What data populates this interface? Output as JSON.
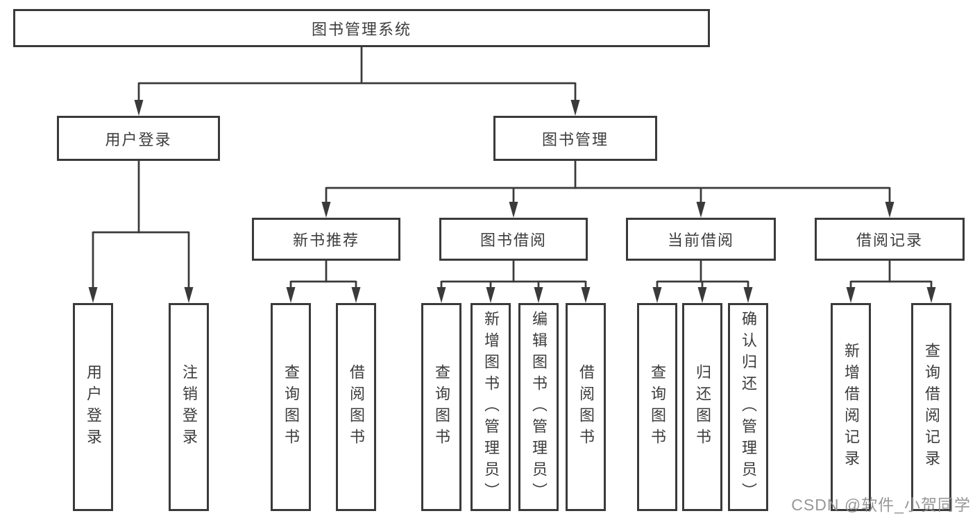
{
  "diagram": {
    "root": {
      "label": "图书管理系统"
    },
    "branches": {
      "user_login": {
        "label": "用户登录"
      },
      "book_management": {
        "label": "图书管理"
      }
    },
    "modules": {
      "new_book_recommendation": {
        "label": "新书推荐"
      },
      "book_borrowing": {
        "label": "图书借阅"
      },
      "current_borrowing": {
        "label": "当前借阅"
      },
      "borrowing_records": {
        "label": "借阅记录"
      }
    },
    "functions": {
      "user_login": {
        "label": "用户登录"
      },
      "logout": {
        "label": "注销登录"
      },
      "search_book_recommend": {
        "label": "查询图书"
      },
      "borrow_book_recommend": {
        "label": "借阅图书"
      },
      "search_book_borrow": {
        "label": "查询图书"
      },
      "add_book_admin": {
        "label": "新增图书（管理员）"
      },
      "edit_book_admin": {
        "label": "编辑图书（管理员）"
      },
      "borrow_book_borrow": {
        "label": "借阅图书"
      },
      "search_book_current": {
        "label": "查询图书"
      },
      "return_book": {
        "label": "归还图书"
      },
      "confirm_return_admin": {
        "label": "确认归还（管理员）"
      },
      "add_borrow_record": {
        "label": "新增借阅记录"
      },
      "search_borrow_record": {
        "label": "查询借阅记录"
      }
    }
  },
  "watermark": {
    "text": "CSDN @软件_小贺同学"
  },
  "colors": {
    "line": "#3a3a3a",
    "text": "#3c3c3c",
    "box_background": "#ffffff",
    "page_background": "#ffffff",
    "watermark": "#8f8f8f"
  }
}
